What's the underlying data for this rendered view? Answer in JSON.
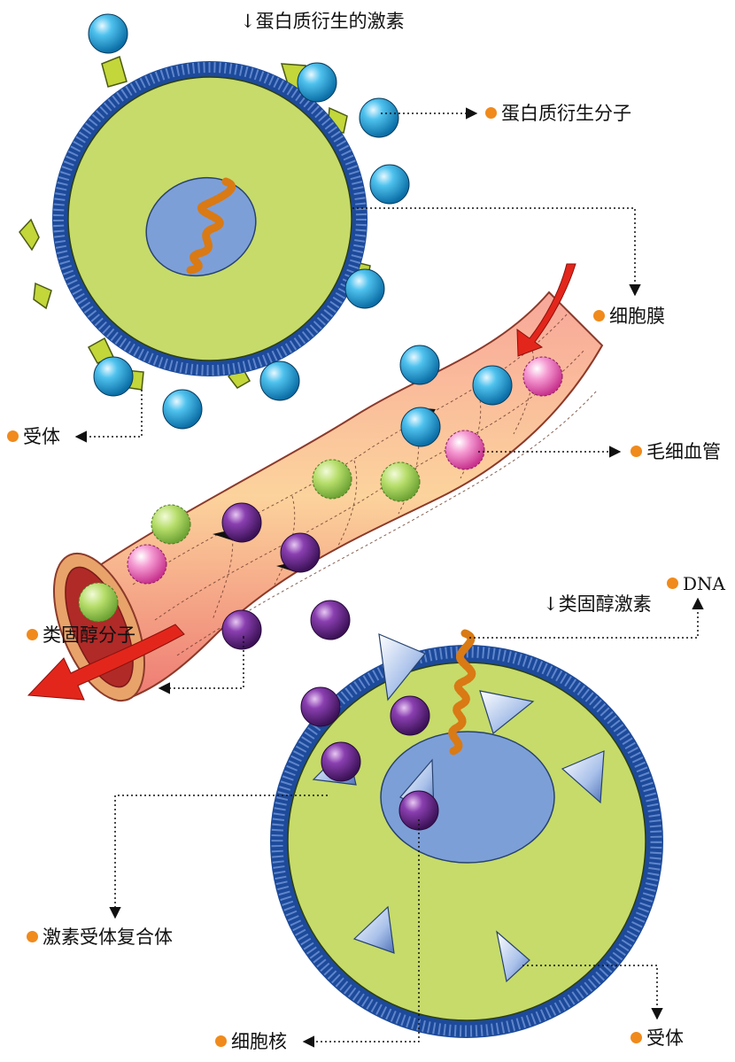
{
  "titles": {
    "protein_hormone": "↓蛋白质衍生的激素",
    "steroid_hormone": "↓类固醇激素"
  },
  "callouts": {
    "protein_molecule": "蛋白质衍生分子",
    "cell_membrane": "细胞膜",
    "receptor_top": "受体",
    "capillary": "毛细血管",
    "steroid_molecule": "类固醇分子",
    "dna": "DNA",
    "hormone_receptor_complex": "激素受体复合体",
    "nucleus": "细胞核",
    "receptor_bottom": "受体"
  },
  "colors": {
    "bullet": "#f08a1c",
    "membrane": "#1d4a9a",
    "cytoplasm": "#c6db6a",
    "nucleus": "#7d9fd8",
    "protein_molecule": "#2aa6d8",
    "steroid_molecule": "#6a2c8a",
    "vessel": "#f08a78",
    "arrow": "#e3261c",
    "receptor": "#c3d63a"
  }
}
